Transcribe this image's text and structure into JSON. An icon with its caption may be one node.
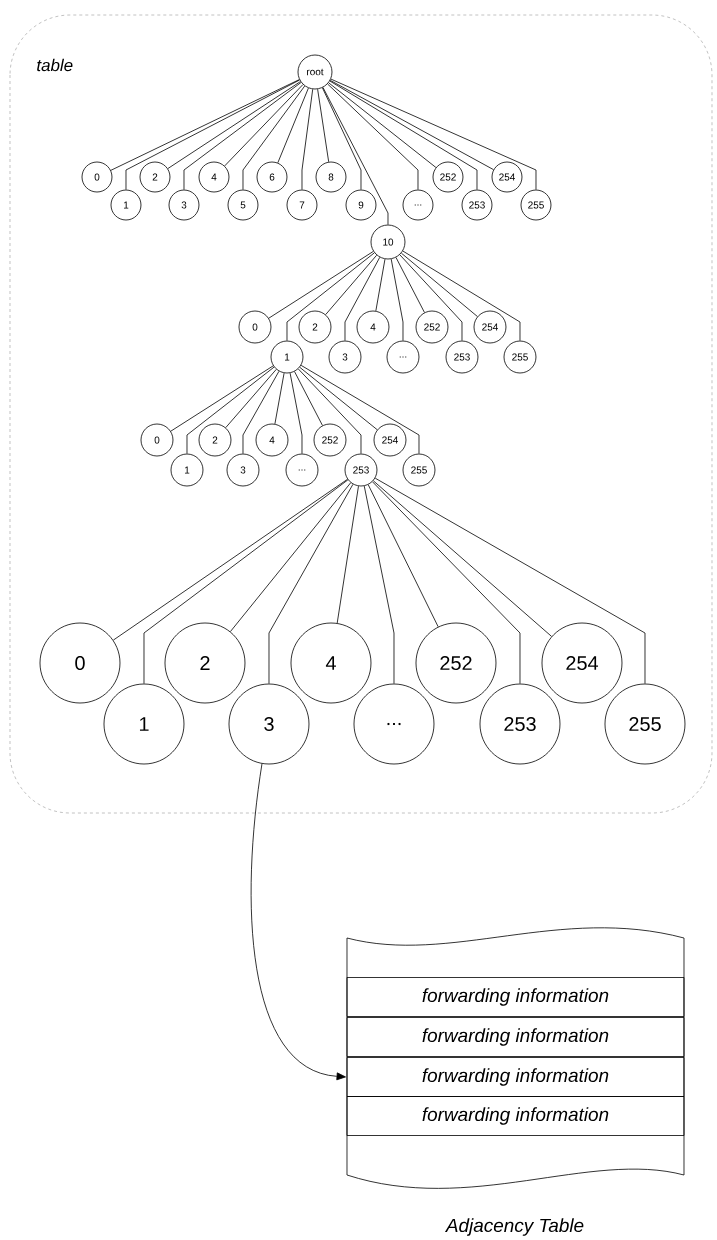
{
  "diagram": {
    "nodes": [
      {
        "text": [
          "table"
        ]
      },
      {
        "text": [
          "root"
        ],
        "in": 0
      },
      {
        "text": [
          "0"
        ],
        "in": 0
      },
      {
        "text": [
          "1"
        ],
        "in": 0
      },
      {
        "text": [
          "2"
        ],
        "in": 0
      },
      {
        "text": [
          "3"
        ],
        "in": 0
      },
      {
        "text": [
          "4"
        ],
        "in": 0
      },
      {
        "text": [
          "5"
        ],
        "in": 0
      },
      {
        "text": [
          "6"
        ],
        "in": 0
      },
      {
        "text": [
          "7"
        ],
        "in": 0
      },
      {
        "text": [
          "8"
        ],
        "in": 0
      },
      {
        "text": [
          "9"
        ],
        "in": 0
      },
      {
        "text": [
          "10"
        ],
        "in": 0
      },
      {
        "text": [
          "..."
        ],
        "in": 0
      },
      {
        "text": [
          "252"
        ],
        "in": 0
      },
      {
        "text": [
          "253"
        ],
        "in": 0
      },
      {
        "text": [
          "254"
        ],
        "in": 0
      },
      {
        "text": [
          "255"
        ],
        "in": 0
      },
      {
        "text": [
          "0"
        ],
        "in": 0
      },
      {
        "text": [
          "1"
        ],
        "in": 0
      },
      {
        "text": [
          "2"
        ],
        "in": 0
      },
      {
        "text": [
          "3"
        ],
        "in": 0
      },
      {
        "text": [
          "4"
        ],
        "in": 0
      },
      {
        "text": [
          "..."
        ],
        "in": 0
      },
      {
        "text": [
          "252"
        ],
        "in": 0
      },
      {
        "text": [
          "253"
        ],
        "in": 0
      },
      {
        "text": [
          "254"
        ],
        "in": 0
      },
      {
        "text": [
          "255"
        ],
        "in": 0
      },
      {
        "text": [
          "0"
        ],
        "in": 0
      },
      {
        "text": [
          "1"
        ],
        "in": 0
      },
      {
        "text": [
          "2"
        ],
        "in": 0
      },
      {
        "text": [
          "3"
        ],
        "in": 0
      },
      {
        "text": [
          "4"
        ],
        "in": 0
      },
      {
        "text": [
          "..."
        ],
        "in": 0
      },
      {
        "text": [
          "252"
        ],
        "in": 0
      },
      {
        "text": [
          "253"
        ],
        "in": 0
      },
      {
        "text": [
          "254"
        ],
        "in": 0
      },
      {
        "text": [
          "255"
        ],
        "in": 0
      },
      {
        "text": [
          "0"
        ],
        "in": 0
      },
      {
        "text": [
          "1"
        ],
        "in": 0
      },
      {
        "text": [
          "2"
        ],
        "in": 0
      },
      {
        "text": [
          "3"
        ],
        "in": 0
      },
      {
        "text": [
          "4"
        ],
        "in": 0
      },
      {
        "text": [
          "..."
        ],
        "in": 0
      },
      {
        "text": [
          "252"
        ],
        "in": 0
      },
      {
        "text": [
          "253"
        ],
        "in": 0
      },
      {
        "text": [
          "254"
        ],
        "in": 0
      },
      {
        "text": [
          "255"
        ],
        "in": 0
      },
      {
        "text": [
          "Adjacency Table"
        ]
      },
      {
        "text": [
          "forwarding information"
        ],
        "in": 48
      },
      {
        "text": [
          "forwarding information"
        ],
        "in": 48
      },
      {
        "text": [
          "forwarding information"
        ],
        "in": 48
      },
      {
        "text": [
          "forwarding information"
        ],
        "in": 48
      }
    ],
    "edges": [
      {
        "from": 1,
        "to": 2,
        "arrow": "none"
      },
      {
        "from": 1,
        "to": 3,
        "arrow": "none"
      },
      {
        "from": 1,
        "to": 4,
        "arrow": "none"
      },
      {
        "from": 1,
        "to": 5,
        "arrow": "none"
      },
      {
        "from": 1,
        "to": 6,
        "arrow": "none"
      },
      {
        "from": 1,
        "to": 7,
        "arrow": "none"
      },
      {
        "from": 1,
        "to": 8,
        "arrow": "none"
      },
      {
        "from": 1,
        "to": 9,
        "arrow": "none"
      },
      {
        "from": 1,
        "to": 10,
        "arrow": "none"
      },
      {
        "from": 1,
        "to": 11,
        "arrow": "none"
      },
      {
        "from": 1,
        "to": 12,
        "arrow": "none"
      },
      {
        "from": 1,
        "to": 13,
        "arrow": "none"
      },
      {
        "from": 1,
        "to": 14,
        "arrow": "none"
      },
      {
        "from": 1,
        "to": 15,
        "arrow": "none"
      },
      {
        "from": 1,
        "to": 16,
        "arrow": "none"
      },
      {
        "from": 1,
        "to": 17,
        "arrow": "none"
      },
      {
        "from": 12,
        "to": 18,
        "arrow": "none"
      },
      {
        "from": 12,
        "to": 19,
        "arrow": "none"
      },
      {
        "from": 12,
        "to": 20,
        "arrow": "none"
      },
      {
        "from": 12,
        "to": 21,
        "arrow": "none"
      },
      {
        "from": 12,
        "to": 22,
        "arrow": "none"
      },
      {
        "from": 12,
        "to": 23,
        "arrow": "none"
      },
      {
        "from": 12,
        "to": 24,
        "arrow": "none"
      },
      {
        "from": 12,
        "to": 25,
        "arrow": "none"
      },
      {
        "from": 12,
        "to": 26,
        "arrow": "none"
      },
      {
        "from": 12,
        "to": 27,
        "arrow": "none"
      },
      {
        "from": 19,
        "to": 28,
        "arrow": "none"
      },
      {
        "from": 19,
        "to": 29,
        "arrow": "none"
      },
      {
        "from": 19,
        "to": 30,
        "arrow": "none"
      },
      {
        "from": 19,
        "to": 31,
        "arrow": "none"
      },
      {
        "from": 19,
        "to": 32,
        "arrow": "none"
      },
      {
        "from": 19,
        "to": 33,
        "arrow": "none"
      },
      {
        "from": 19,
        "to": 34,
        "arrow": "none"
      },
      {
        "from": 19,
        "to": 35,
        "arrow": "none"
      },
      {
        "from": 19,
        "to": 36,
        "arrow": "none"
      },
      {
        "from": 19,
        "to": 37,
        "arrow": "none"
      },
      {
        "from": 35,
        "to": 38,
        "arrow": "none"
      },
      {
        "from": 35,
        "to": 39,
        "arrow": "none"
      },
      {
        "from": 35,
        "to": 40,
        "arrow": "none"
      },
      {
        "from": 35,
        "to": 41,
        "arrow": "none"
      },
      {
        "from": 35,
        "to": 42,
        "arrow": "none"
      },
      {
        "from": 35,
        "to": 43,
        "arrow": "none"
      },
      {
        "from": 35,
        "to": 44,
        "arrow": "none"
      },
      {
        "from": 35,
        "to": 45,
        "arrow": "none"
      },
      {
        "from": 35,
        "to": 46,
        "arrow": "none"
      },
      {
        "from": 35,
        "to": 47,
        "arrow": "none"
      },
      {
        "from": 41,
        "to": 51,
        "arrow": "to"
      }
    ]
  }
}
